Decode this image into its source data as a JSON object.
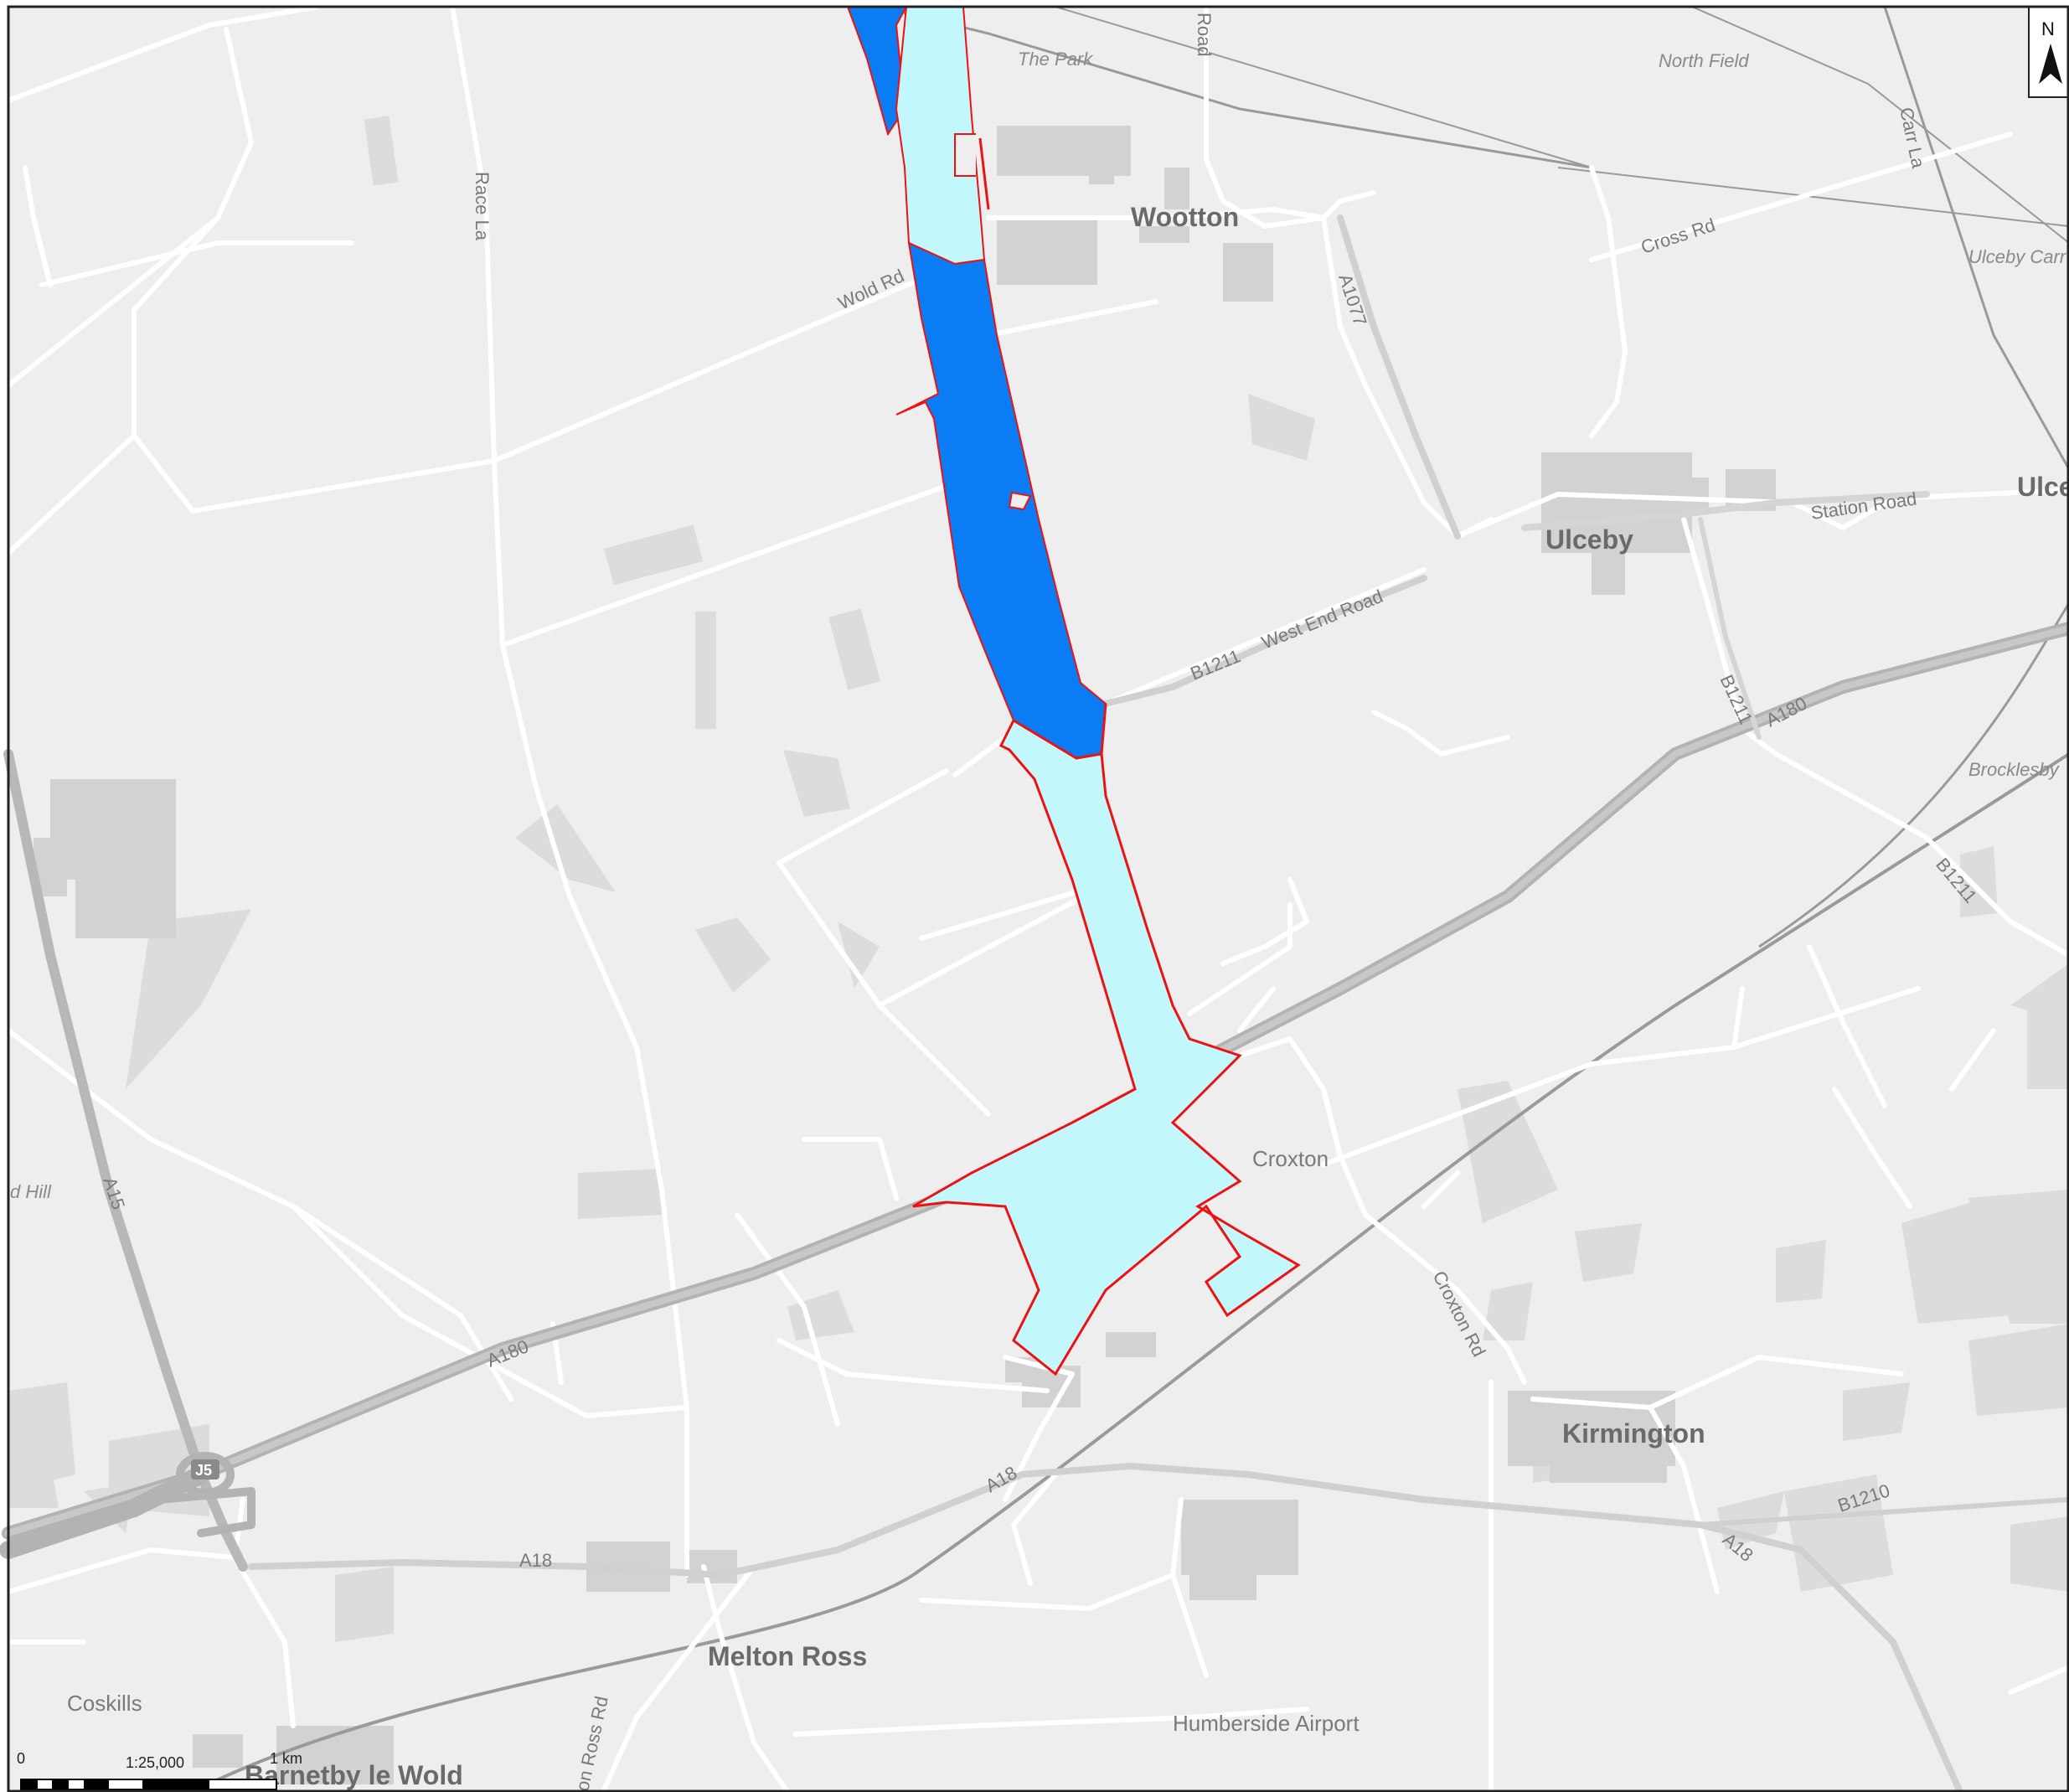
{
  "map": {
    "colors": {
      "background": "#eeeeee",
      "road": "#ffffff",
      "major_road": "#b3b3b3",
      "rail": "#9a9a9a",
      "building": "#d6d6d6",
      "area_light": "#c2f8fc",
      "area_dark": "#0a7cf4",
      "boundary": "#ee1111"
    },
    "labels": {
      "wootton": "Wootton",
      "ulceby": "Ulceby",
      "ulceby_edge": "Ulce",
      "kirmington": "Kirmington",
      "melton_ross": "Melton Ross",
      "barnetby": "Barnetby le Wold",
      "croxton": "Croxton",
      "coskills": "Coskills",
      "airport": "Humberside Airport",
      "the_park": "The Park",
      "north_field": "North Field",
      "ulceby_carr": "Ulceby Carr",
      "brocklesby": "Brocklesby",
      "hill": "d Hill",
      "wold_rd": "Wold Rd",
      "race_la": "Race La",
      "road_top": "Road",
      "a1077": "A1077",
      "cross_rd": "Cross Rd",
      "carr_la": "Carr La",
      "station_road": "Station Road",
      "west_end_road": "West End Road",
      "b1211_a": "B1211",
      "b1211_b": "B1211",
      "b1211_c": "B1211",
      "a180_a": "A180",
      "a180_b": "A180",
      "a15": "A15",
      "a18_a": "A18",
      "a18_b": "A18",
      "a18_c": "A18",
      "b1210": "B1210",
      "croxton_rd": "Croxton Rd",
      "ross_rd": "on Ross Rd",
      "junction": "J5"
    },
    "north_arrow": {
      "letter": "N"
    },
    "scale_bar": {
      "zero": "0",
      "ratio": "1:25,000",
      "end": "1 km"
    }
  }
}
